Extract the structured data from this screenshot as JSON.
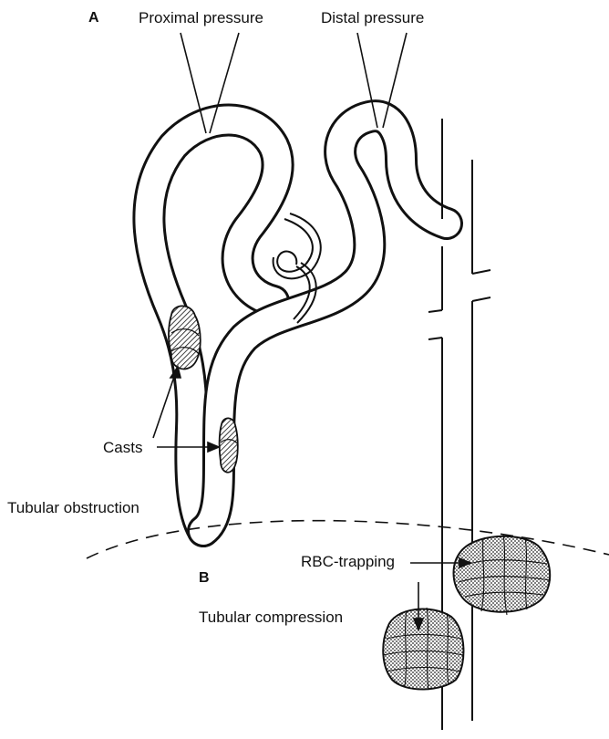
{
  "panels": {
    "a": "A",
    "b": "B"
  },
  "labels": {
    "proximal_pressure": "Proximal pressure",
    "distal_pressure": "Distal pressure",
    "casts": "Casts",
    "tubular_obstruction": "Tubular obstruction",
    "rbc_trapping": "RBC-trapping",
    "tubular_compression": "Tubular compression"
  }
}
